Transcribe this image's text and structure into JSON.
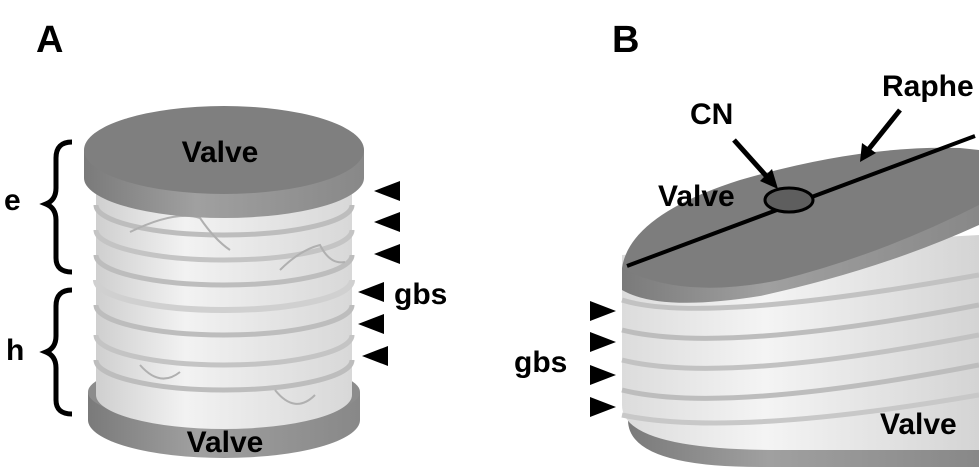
{
  "panel_a": {
    "label": "A",
    "top_valve_label": "Valve",
    "bottom_valve_label": "Valve",
    "brace_upper_label": "e",
    "brace_lower_label": "h",
    "gbs_label": "gbs"
  },
  "panel_b": {
    "label": "B",
    "valve_label_top": "Valve",
    "valve_label_bottom": "Valve",
    "cn_label": "CN",
    "raphe_label": "Raphe",
    "gbs_label": "gbs"
  },
  "colors": {
    "valve_face": "#808080",
    "valve_rim": "#999999",
    "band_light": "#ececec",
    "band_mid": "#d6d6d6",
    "band_line": "#b4b4b4",
    "text": "#000000"
  }
}
